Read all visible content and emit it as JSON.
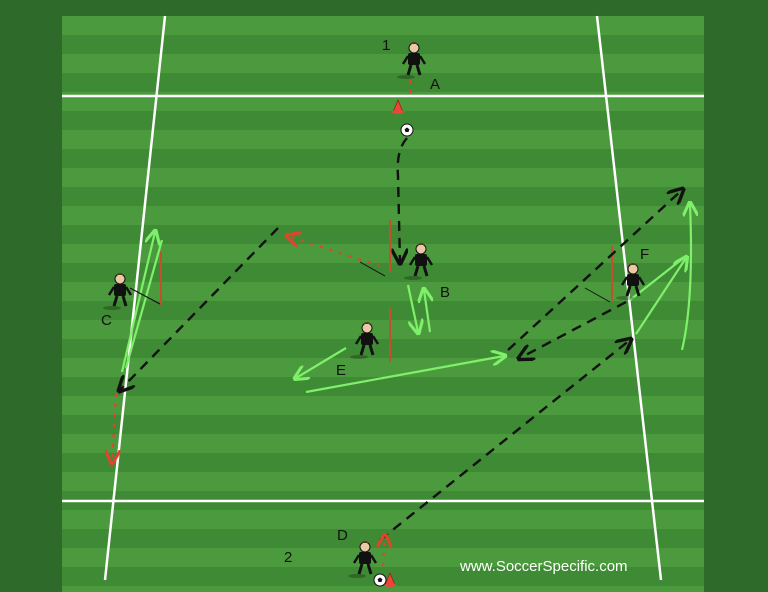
{
  "diagram": {
    "colors": {
      "background": "#2e6a2a",
      "field_light": "#4c9a3e",
      "field_dark": "#3f8a34",
      "lines": "#ffffff",
      "pass_arrow": "#111111",
      "run_arrow": "#7ef06a",
      "dribble_arrow": "#e0452c",
      "pole": "#c2502c"
    },
    "group_labels": {
      "one": "1",
      "two": "2"
    },
    "players": {
      "a": {
        "label": "A"
      },
      "b": {
        "label": "B"
      },
      "c": {
        "label": "C"
      },
      "d": {
        "label": "D"
      },
      "e": {
        "label": "E"
      },
      "f": {
        "label": "F"
      }
    },
    "watermark": "www.SoccerSpecific.com"
  }
}
